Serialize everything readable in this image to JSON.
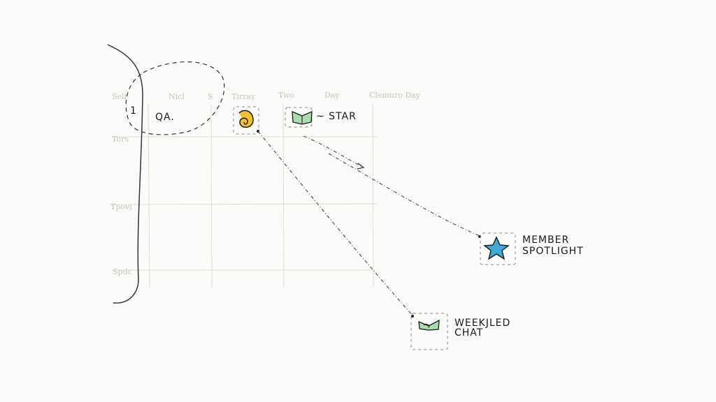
{
  "column_headers": [
    "Seli",
    "Nicl",
    "S",
    "Tirray",
    "Two",
    "Day",
    "Clemuro Day"
  ],
  "row_labels": [
    "Tors",
    "Tpovi",
    "Spdc"
  ],
  "cells": {
    "marker": "1",
    "qa": "QA.",
    "star": "~ STAR"
  },
  "callouts": {
    "member_spotlight": [
      "MEMBER",
      "SPOTLIGHT"
    ],
    "weekly_chat": [
      "WEEKJLED",
      "CHAT"
    ]
  },
  "icons": {
    "yellow_swirl": "spiral-icon",
    "green_book": "open-book-icon",
    "blue_star": "star-icon"
  },
  "colors": {
    "yellow": "#f2c12e",
    "green": "#a8deb0",
    "blue": "#3fa9d6",
    "ink": "#1a1a1a"
  }
}
